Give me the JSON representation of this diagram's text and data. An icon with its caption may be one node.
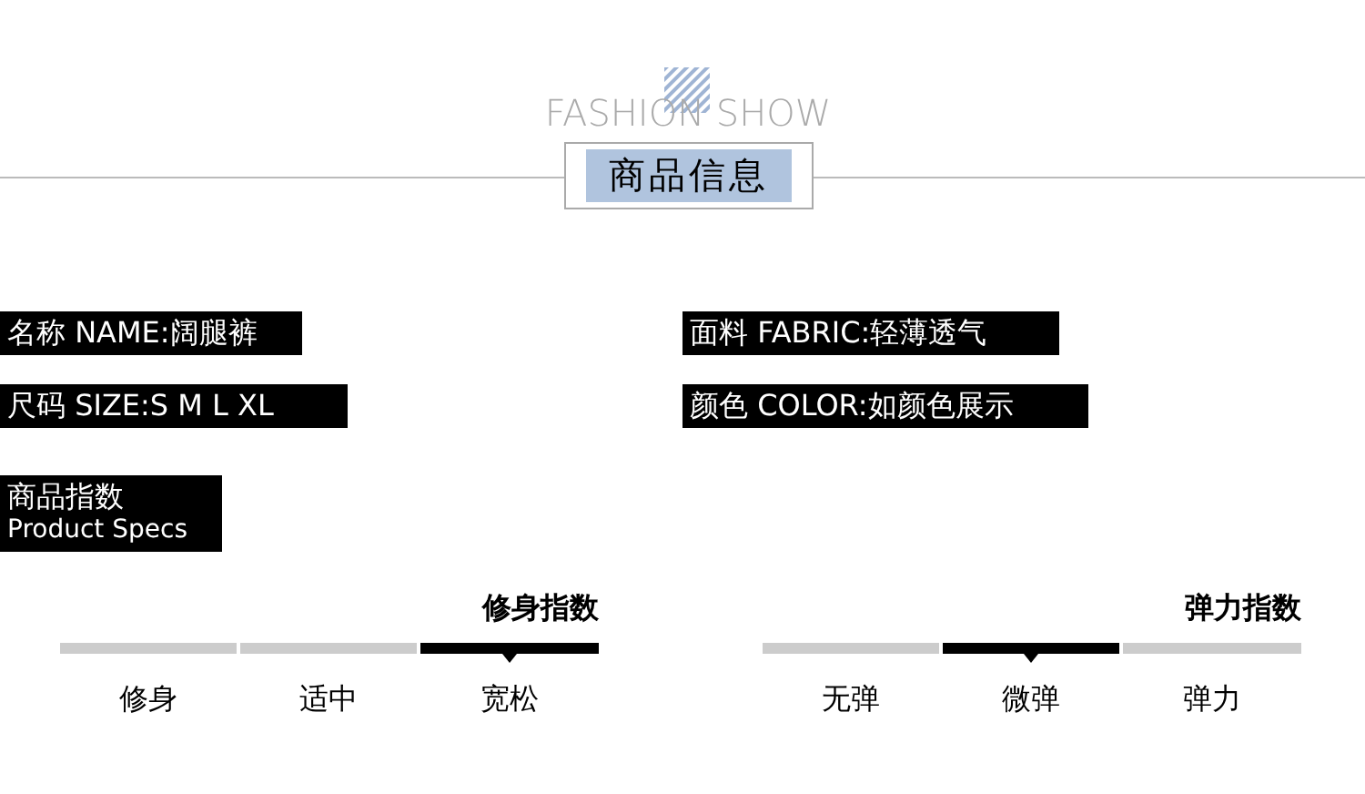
{
  "diagram": {
    "title": "FASHION SHOW",
    "nodes": [
      {
        "text": [
          "商品信息"
        ]
      },
      {
        "text": [
          "名称 NAME:阔腿裤"
        ]
      },
      {
        "text": [
          "面料 FABRIC:轻薄透气"
        ]
      },
      {
        "text": [
          "尺码 SIZE:S M L XL"
        ]
      },
      {
        "text": [
          "颜色 COLOR:如颜色展示"
        ]
      },
      {
        "text": [
          "商品指数",
          "Product Specs"
        ]
      },
      {
        "text": [],
        "shape": "bar",
        "beside": [
          "修身"
        ]
      },
      {
        "text": [],
        "shape": "bar",
        "beside": [
          "适中"
        ]
      },
      {
        "text": [],
        "shape": "bar",
        "beside": [
          "宽松"
        ]
      },
      {
        "text": [],
        "shape": "bar",
        "beside": [
          "无弹"
        ]
      },
      {
        "text": [],
        "shape": "bar",
        "beside": [
          "微弹"
        ]
      },
      {
        "text": [],
        "shape": "bar",
        "beside": [
          "弹力"
        ]
      }
    ],
    "labels": [
      "修身指数",
      "弹力指数"
    ]
  }
}
